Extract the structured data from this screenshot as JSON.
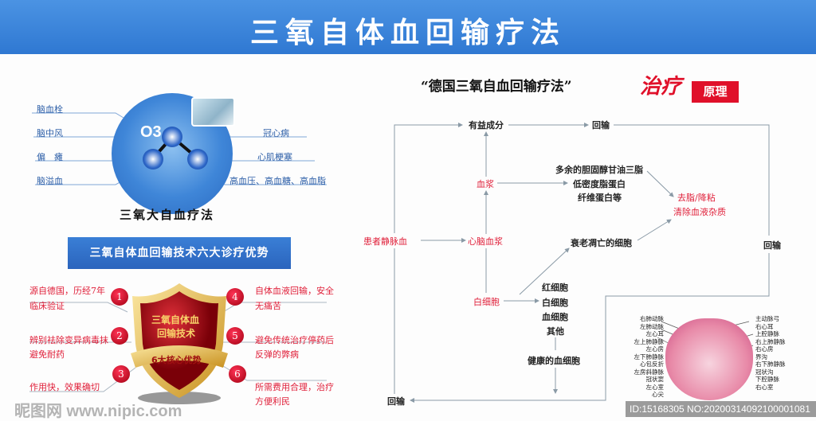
{
  "header": {
    "title": "三氧自体血回输疗法"
  },
  "left": {
    "circle_label": "O3",
    "left_items": [
      "脑血栓",
      "脑中风",
      "偏　瘫",
      "脑溢血"
    ],
    "right_items": [
      "冠心病",
      "心肌梗塞",
      "高血压、高血糖、高血脂"
    ],
    "circle_caption": "三氧大自血疗法",
    "banner": "三氧自体血回输技术六大诊疗优势",
    "shield_text_1": "三氧自体血",
    "shield_text_2": "回输技术",
    "shield_ribbon": "6大核心优势",
    "advantages": [
      {
        "num": "1",
        "line1": "源自德国，历经7年",
        "line2": "临床验证"
      },
      {
        "num": "2",
        "line1": "辨别祛除变异病毒抹",
        "line2": "避免耐药"
      },
      {
        "num": "3",
        "line1": "作用快，效果确切",
        "line2": ""
      },
      {
        "num": "4",
        "line1": "自体血液回输，安全",
        "line2": "无痛苦"
      },
      {
        "num": "5",
        "line1": "避免传统治疗停药后",
        "line2": "反弹的弊病"
      },
      {
        "num": "6",
        "line1": "所需费用合理，治疗",
        "line2": "方便利民"
      }
    ]
  },
  "right": {
    "title": "“德国三氧自血回输疗法”",
    "title_accent": "治疗",
    "title_badge": "原理",
    "flow": {
      "beneficial": "有益成分",
      "return_top": "回输",
      "return_right": "回输",
      "return_bottom": "回输",
      "patient": "患者静脉血",
      "brain_plasma": "心脑血浆",
      "plasma": "血浆",
      "plasma_items": [
        "多余的胆固醇甘油三脂",
        "低密度脂蛋白",
        "纤维蛋白等"
      ],
      "result": [
        "去脂/降粘",
        "清除血液杂质"
      ],
      "aged": "衰老凋亡的细胞",
      "wbc": "白细胞",
      "cells": [
        "红细胞",
        "白细胞",
        "血细胞",
        "其他"
      ],
      "healthy": "健康的血细胞"
    },
    "heart_labels_left": [
      "右肺动脉",
      "左肺动脉",
      "左心耳",
      "左上肺静脉",
      "左心房",
      "左下肺静脉",
      "心包反折",
      "左房斜静脉",
      "冠状窦",
      "左心室",
      "心尖"
    ],
    "heart_labels_right": [
      "主动脉弓",
      "右心耳",
      "上腔静脉",
      "右上肺静脉",
      "右心房",
      "界沟",
      "右下肺静脉",
      "冠状沟",
      "下腔静脉",
      "右心室"
    ]
  },
  "watermark": {
    "site": "昵图网 www.nipic.com",
    "id": "ID:15168305 NO:20200314092100001081"
  }
}
